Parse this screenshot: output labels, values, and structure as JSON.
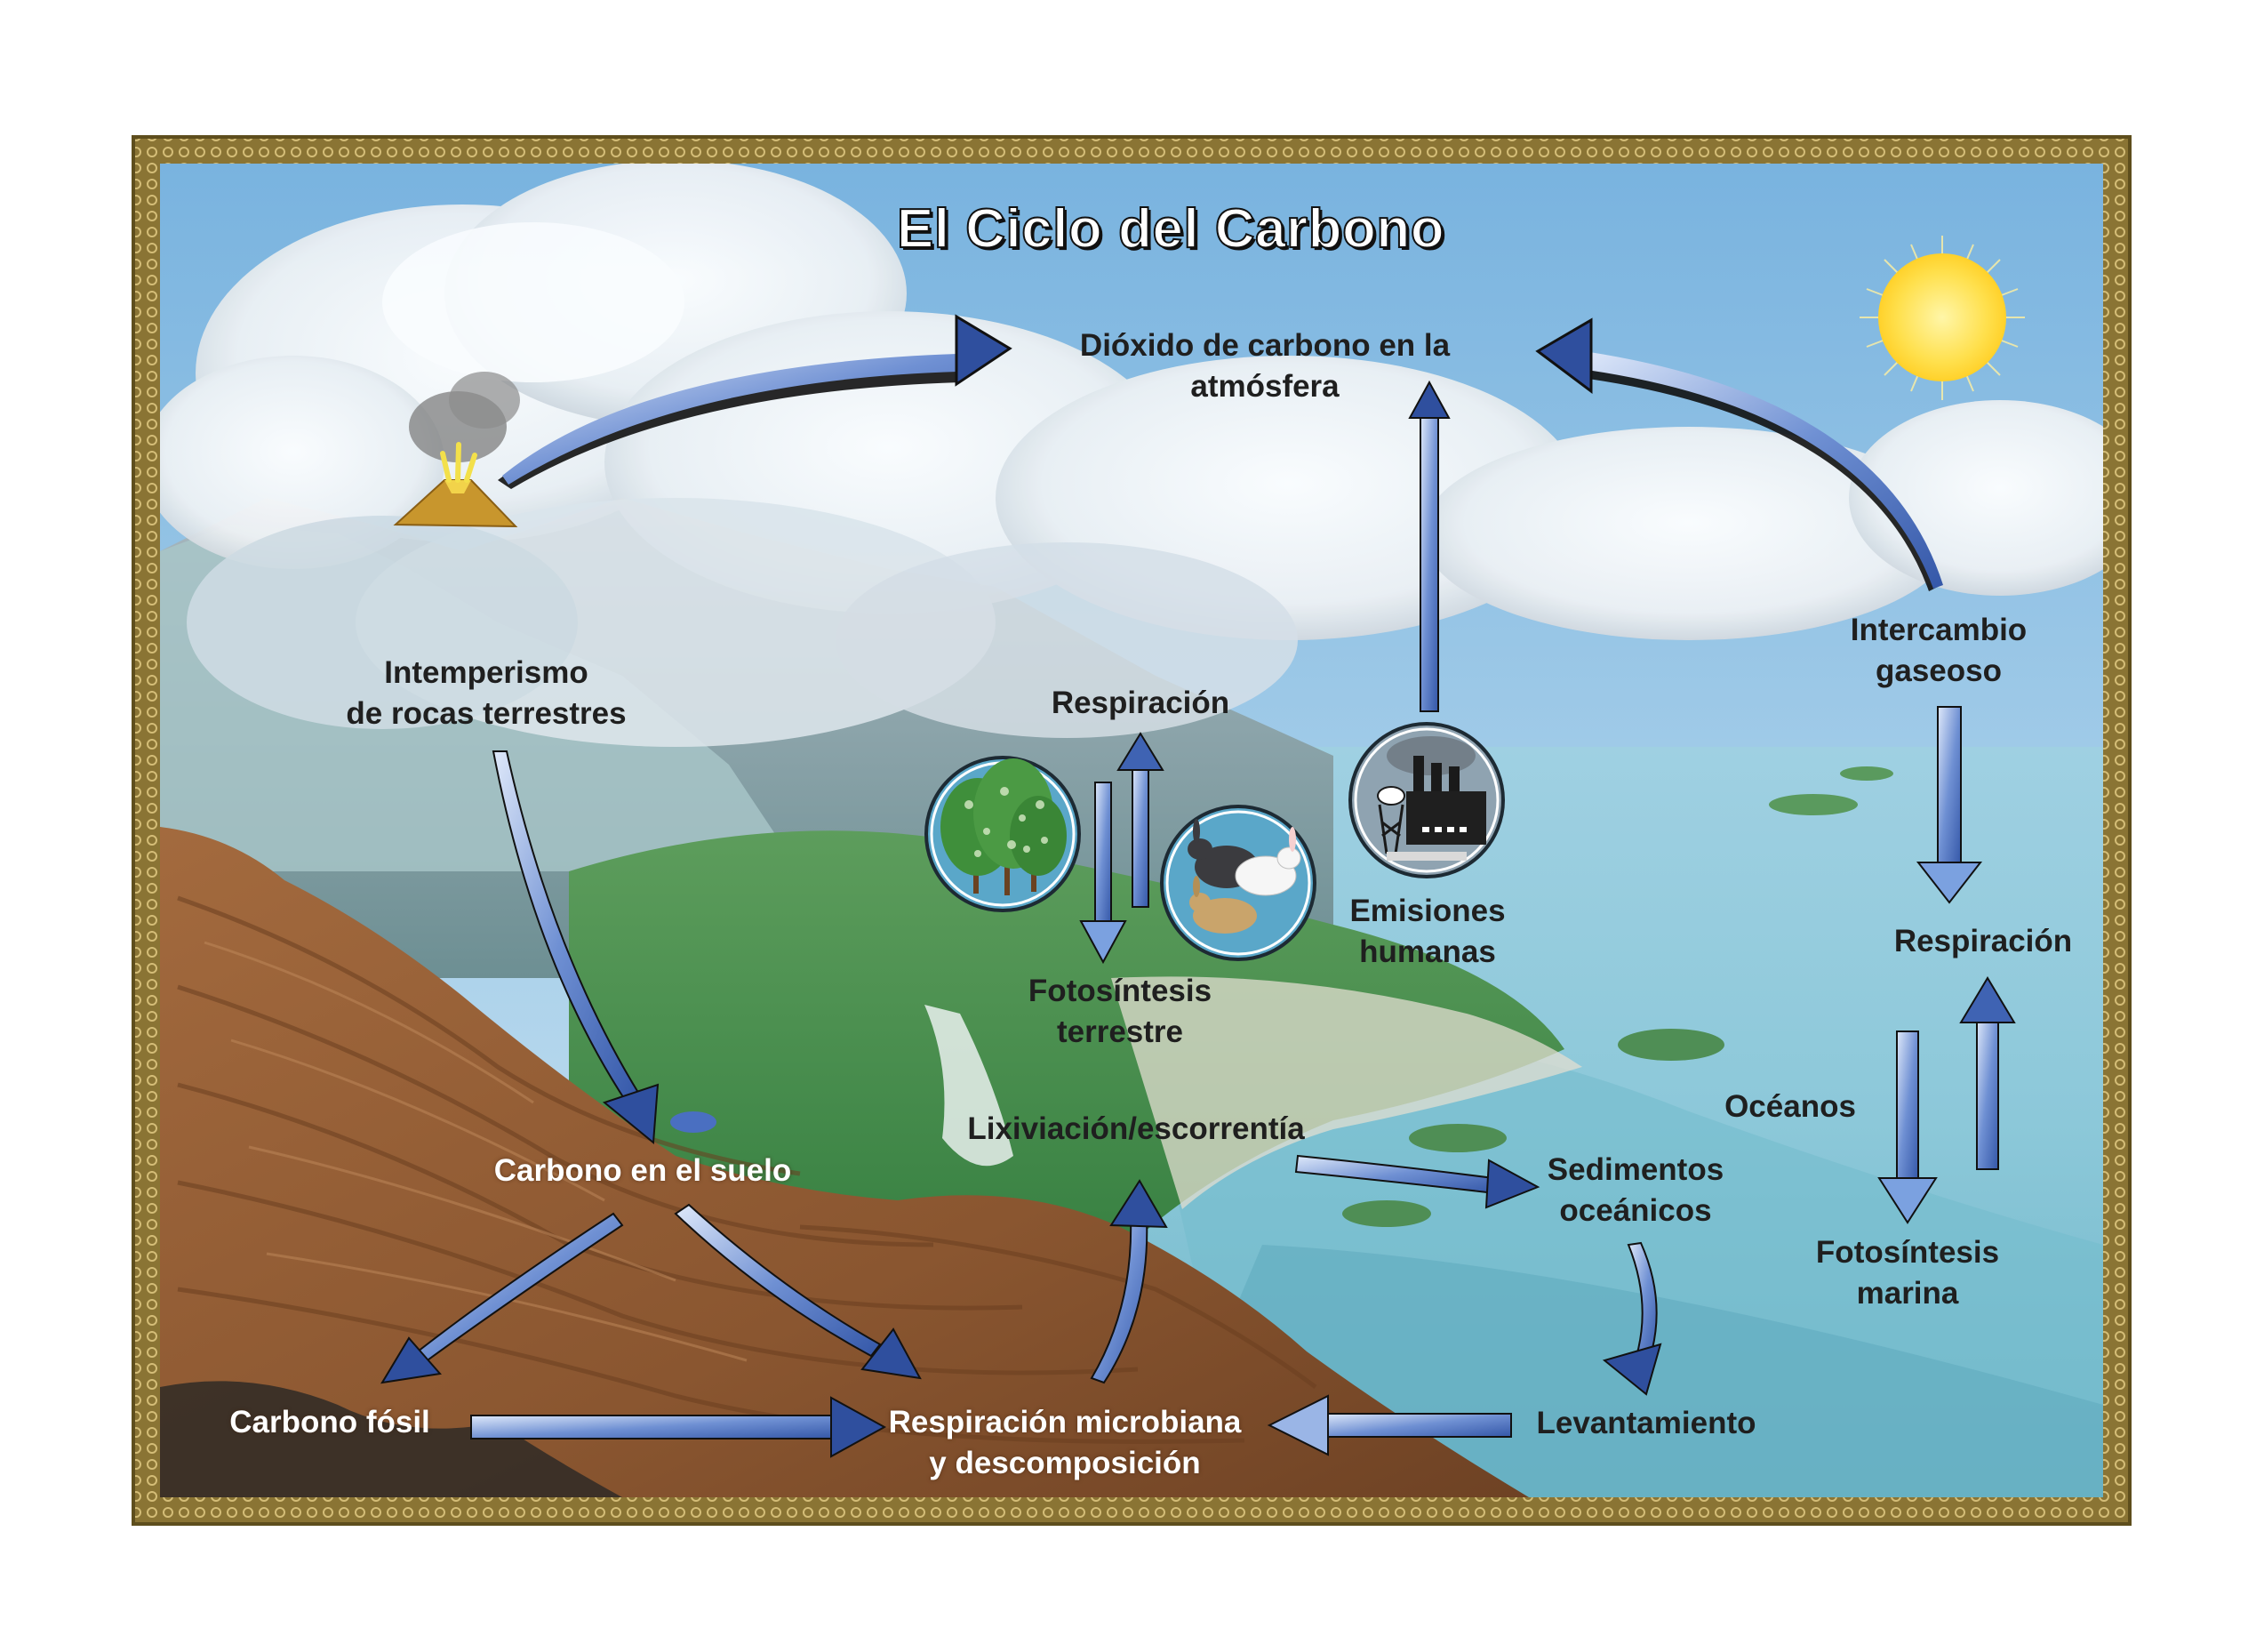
{
  "title": "El Ciclo del Carbono",
  "colors": {
    "frame": "#7d6a2c",
    "frame_inner": "#c9b067",
    "sky": "#8ec0e2",
    "ocean": "#7ec3d4",
    "soil": "#8d5b35",
    "vegetation": "#3f8a46",
    "arrow": "#3f63b3",
    "sun": "#ffe46a"
  },
  "labels": {
    "atmosphere": [
      "Dióxido de carbono en la",
      "atmósfera"
    ],
    "weathering": [
      "Intemperismo",
      "de rocas terrestres"
    ],
    "respiration_land": [
      "Respiración"
    ],
    "photosynthesis_land": [
      "Fotosíntesis",
      "terrestre"
    ],
    "human_emissions": [
      "Emisiones",
      "humanas"
    ],
    "gas_exchange": [
      "Intercambio",
      "gaseoso"
    ],
    "respiration_ocean": [
      "Respiración"
    ],
    "oceans": [
      "Océanos"
    ],
    "photosynthesis_marine": [
      "Fotosíntesis",
      "marina"
    ],
    "soil_carbon": [
      "Carbono en el suelo"
    ],
    "leaching": [
      "Lixiviación/escorrentía"
    ],
    "ocean_sediments": [
      "Sedimentos",
      "oceánicos"
    ],
    "fossil_carbon": [
      "Carbono fósil"
    ],
    "microbial": [
      "Respiración microbiana",
      "y descomposición"
    ],
    "uplift": [
      "Levantamiento"
    ]
  },
  "icons": {
    "trees": "tree-icon",
    "animals": "rabbit-icon",
    "factory": "factory-icon",
    "volcano": "volcano-icon",
    "sun": "sun-icon"
  }
}
